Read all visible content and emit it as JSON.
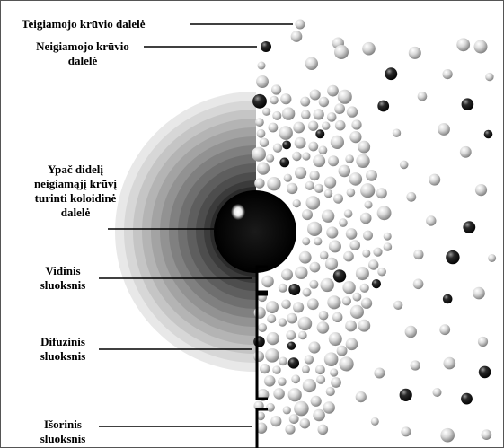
{
  "labels": {
    "positive_particle": "Teigiamojo krūvio dalelė",
    "negative_particle": "Neigiamojo krūvio\ndalelė",
    "colloid_particle": "Ypač didelį\nneigiamąjį krūvį\nturinti koloidinė\ndalelė",
    "inner_layer": "Vidinis\nsluoksnis",
    "diffuse_layer": "Difuzinis\nsluoksnis",
    "outer_layer": "Išorinis\nsluoksnis"
  },
  "colors": {
    "positive_particle": "#d6d6d6",
    "negative_particle": "#1e1e1e",
    "halo_outer": "#e8e8e8",
    "halo_inner": "#2a2a2a",
    "colloid": "#050505"
  }
}
